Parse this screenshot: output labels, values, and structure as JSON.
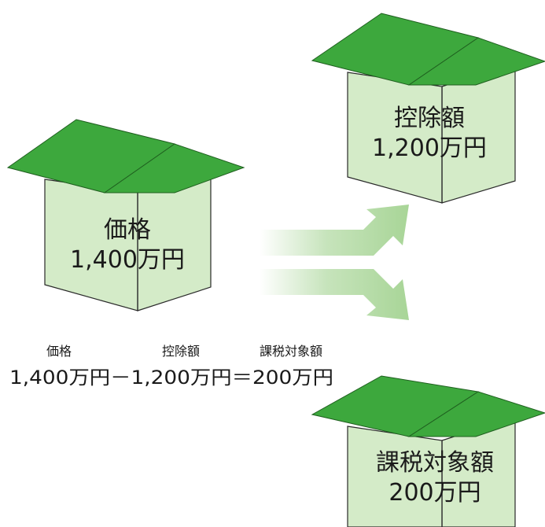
{
  "colors": {
    "roof": "#3da83d",
    "roof_stroke": "#1f5f1f",
    "wall": "#d4ebc8",
    "wall_stroke": "#2a2a2a",
    "arrow": "#a8d597"
  },
  "houses": {
    "price": {
      "label": "価格",
      "amount": "1,400万円"
    },
    "deduction": {
      "label": "控除額",
      "amount": "1,200万円"
    },
    "taxable": {
      "label": "課税対象額",
      "amount": "200万円"
    }
  },
  "equation": {
    "price_label": "価格",
    "deduction_label": "控除額",
    "taxable_label": "課税対象額",
    "formula": "1,400万円－1,200万円＝200万円"
  }
}
